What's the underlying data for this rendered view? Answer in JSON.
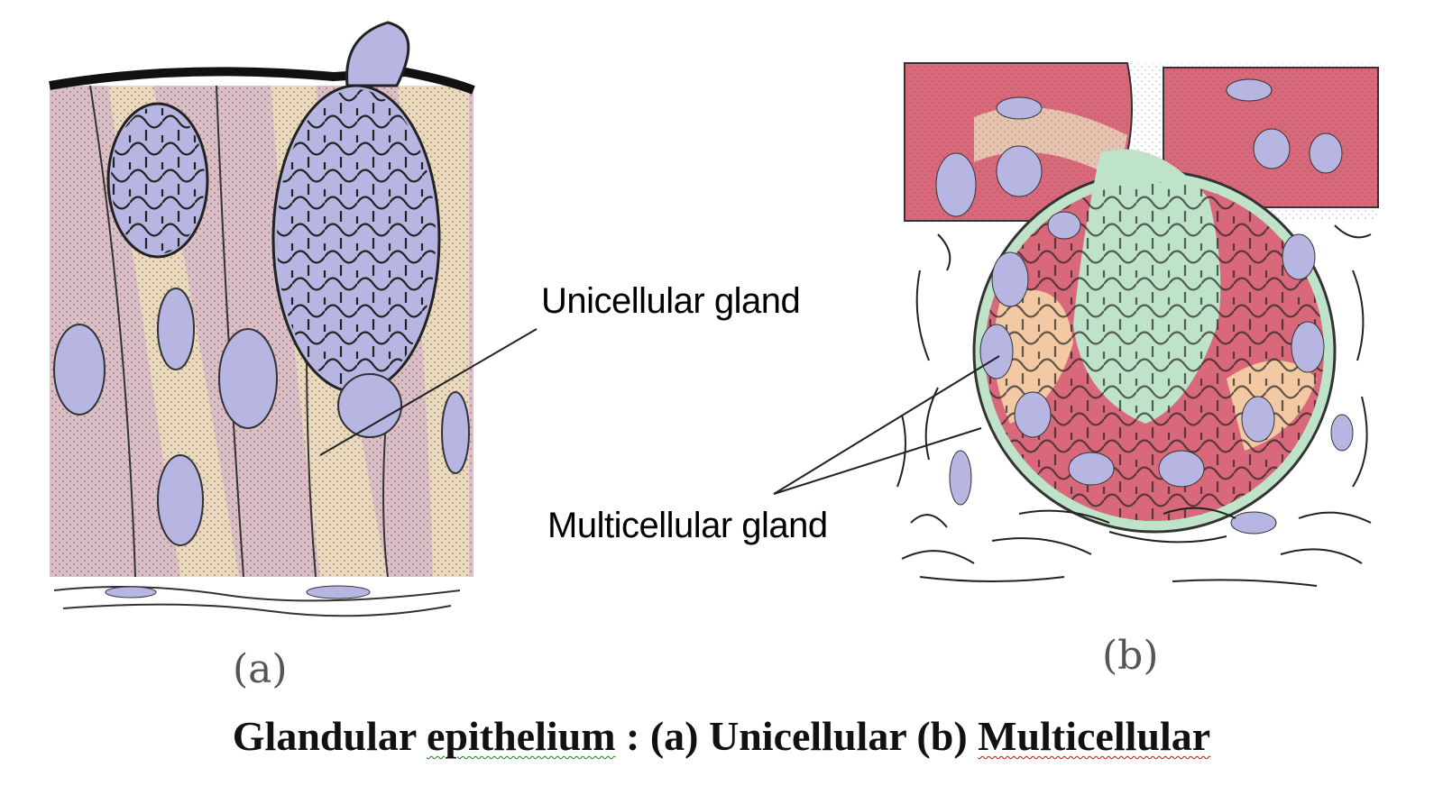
{
  "labels": {
    "unicellular": "Unicellular gland",
    "multicellular": "Multicellular gland"
  },
  "panels": {
    "a": "(a)",
    "b": "(b)"
  },
  "caption": {
    "part1": "Glandular",
    "part2": "epithelium",
    "part3": ": (a) Unicellular (b)",
    "part4": "Multicellular"
  },
  "colors": {
    "cytoplasm_pink": "#dcbfc6",
    "cytoplasm_tan": "#ead9bd",
    "nucleus_purple": "#b7b6e3",
    "gland_green": "#bfe3c9",
    "cell_red": "#d9687a",
    "cell_peach": "#f2c9a2"
  }
}
